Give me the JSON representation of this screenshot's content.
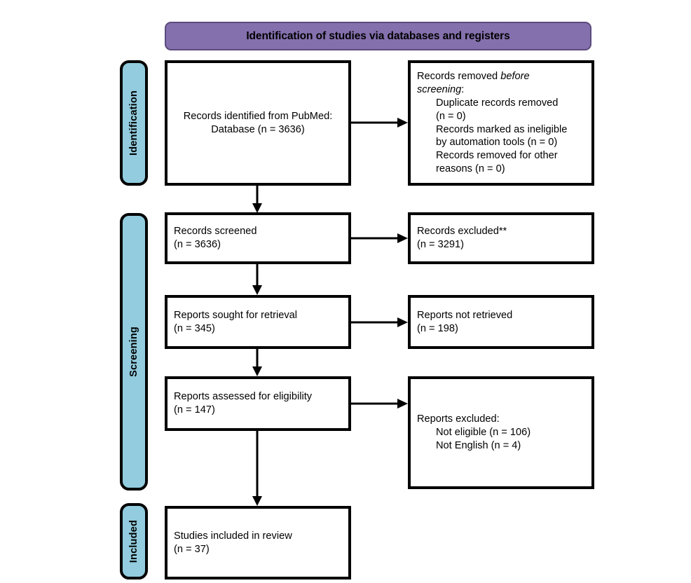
{
  "diagram": {
    "type": "prisma-flow-diagram",
    "banner": {
      "label": "Identification of studies via databases and registers",
      "color": "#8470ad"
    },
    "stages": [
      {
        "key": "identification",
        "label": "Identification",
        "color": "#92ccde"
      },
      {
        "key": "screening",
        "label": "Screening",
        "color": "#92ccde"
      },
      {
        "key": "included",
        "label": "Included",
        "color": "#92ccde"
      }
    ],
    "boxes": {
      "identified": {
        "text": "Records identified from PubMed:\nDatabase (n = 3636)",
        "align": "center"
      },
      "removed_before": {
        "line1_prefix": "Records removed ",
        "line1_italic": "before",
        "line2_italic": "screening",
        "line2_suffix": ":",
        "item1": "Duplicate records removed\n(n = 0)",
        "item2": "Records marked as ineligible\nby automation tools (n = 0)",
        "item3": "Records removed for other\nreasons (n = 0)"
      },
      "screened": {
        "text": "Records screened\n(n = 3636)",
        "align": "left"
      },
      "excluded": {
        "text": "Records excluded**\n(n = 3291)",
        "align": "left"
      },
      "sought": {
        "text": "Reports sought for retrieval\n(n = 345)",
        "align": "left"
      },
      "not_retrieved": {
        "text": "Reports not retrieved\n(n = 198)",
        "align": "left"
      },
      "assessed": {
        "text": "Reports assessed for eligibility\n(n = 147)",
        "align": "left"
      },
      "reports_excluded": {
        "heading": "Reports excluded:",
        "reason1": "Not eligible (n = 106)",
        "reason2": "Not English (n = 4)"
      },
      "included": {
        "text": "Studies included in review\n(n = 37)",
        "align": "left"
      }
    },
    "counts": {
      "records_identified": 3636,
      "duplicate_records_removed": 0,
      "marked_ineligible_by_automation": 0,
      "removed_other_reasons": 0,
      "records_screened": 3636,
      "records_excluded": 3291,
      "reports_sought": 345,
      "reports_not_retrieved": 198,
      "reports_assessed": 147,
      "not_eligible": 106,
      "not_english": 4,
      "studies_included": 37
    }
  }
}
